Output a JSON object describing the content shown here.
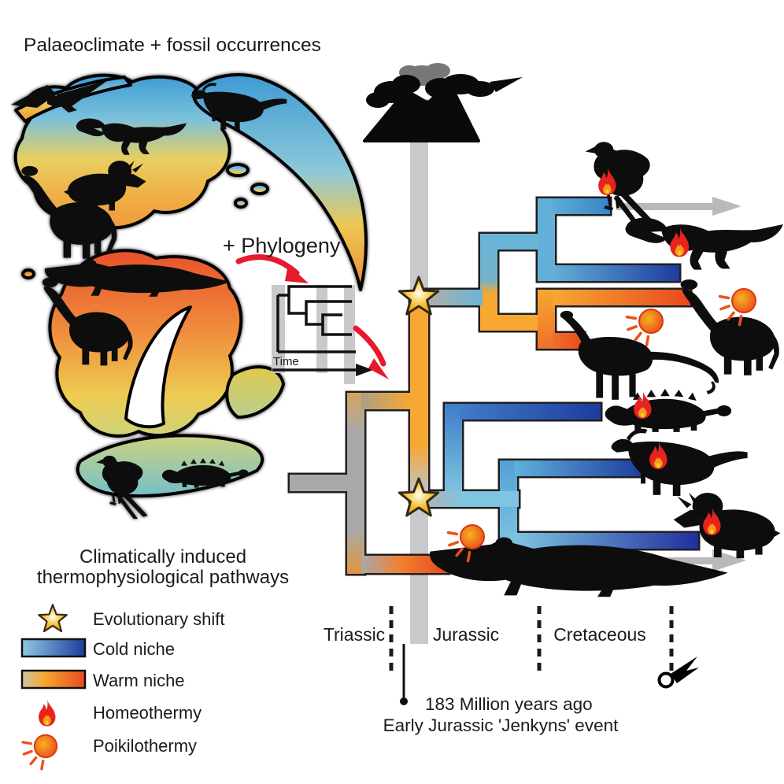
{
  "figure": {
    "title": "Palaeoclimate + fossil occurrences",
    "phylogeny_label": "+ Phylogeny",
    "inset_time_axis_label": "Time"
  },
  "legend": {
    "title_line1": "Climatically induced",
    "title_line2": "thermophysiological pathways",
    "items": [
      {
        "icon": "star-icon",
        "label": "Evolutionary shift"
      },
      {
        "icon": "cold-gradient-swatch",
        "label": "Cold niche"
      },
      {
        "icon": "warm-gradient-swatch",
        "label": "Warm niche"
      },
      {
        "icon": "flame-icon",
        "label": "Homeothermy"
      },
      {
        "icon": "sun-icon",
        "label": "Poikilothermy"
      }
    ]
  },
  "timeline": {
    "periods": [
      {
        "label": "Triassic"
      },
      {
        "label": "Jurassic"
      },
      {
        "label": "Cretaceous"
      }
    ],
    "event_marker_line1": "183 Million years ago",
    "event_marker_line2": "Early Jurassic 'Jenkyns' event",
    "end_of_cretaceous_marker": "meteor-icon"
  },
  "tree": {
    "evolutionary_shift_count": 2,
    "volcanic_event_icon": "volcano-icon",
    "lineages": [
      {
        "taxon": "bird",
        "niche": "cold",
        "thermophysiology": "homeothermy",
        "survives_to_present": true
      },
      {
        "taxon": "tyrannosaur",
        "niche": "cold",
        "thermophysiology": "homeothermy",
        "survives_to_present": false
      },
      {
        "taxon": "titanosaur-sauropod",
        "niche": "warm",
        "thermophysiology": "poikilothermy",
        "survives_to_present": false
      },
      {
        "taxon": "diplodocoid-sauropod",
        "niche": "warm",
        "thermophysiology": "poikilothermy",
        "survives_to_present": false
      },
      {
        "taxon": "ankylosaur",
        "niche": "cold",
        "thermophysiology": "homeothermy",
        "survives_to_present": false
      },
      {
        "taxon": "hadrosaur",
        "niche": "cold",
        "thermophysiology": "homeothermy",
        "survives_to_present": false
      },
      {
        "taxon": "ceratopsian",
        "niche": "cold",
        "thermophysiology": "homeothermy",
        "survives_to_present": false
      },
      {
        "taxon": "crocodile-line-archosaur",
        "niche": "warm",
        "thermophysiology": "poikilothermy",
        "survives_to_present": true
      }
    ]
  },
  "map_fauna": [
    "pterosaur",
    "tyrannosaur",
    "ceratopsian",
    "sauropod",
    "hadrosaur",
    "crocodile-line-archosaur",
    "sauropod",
    "bird",
    "ankylosaur"
  ],
  "palette": {
    "cold_light": "#7fc4e0",
    "cold_dark": "#1e3c9e",
    "warm_light": "#f6a832",
    "warm_red": "#e8491e",
    "neutral_gray": "#a9a9ab",
    "event_bar_gray": "#c9c9cb",
    "star_gold": "#f6b929",
    "flame_red": "#e8231e",
    "sun_orange": "#f07d1e",
    "annotation_arrow_red": "#e8192c",
    "silhouette": "#0d0d0d"
  }
}
